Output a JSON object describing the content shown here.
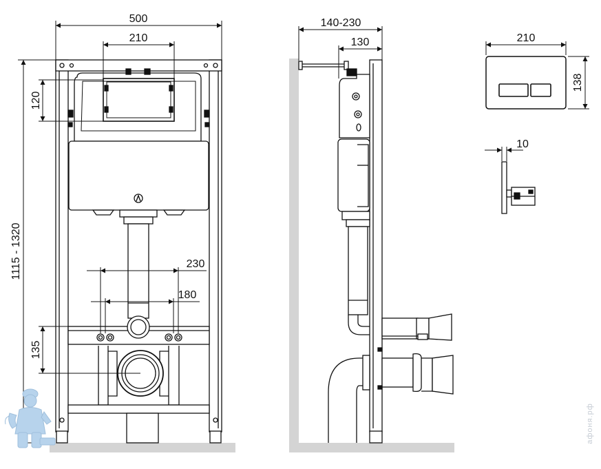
{
  "front_view": {
    "width_total": "500",
    "width_inner": "210",
    "height_range": "1115 - 1320",
    "panel_offset": "120",
    "spacing_outer": "230",
    "spacing_inner": "180",
    "outlet_height": "135"
  },
  "side_view": {
    "depth_range": "140-230",
    "depth_min": "130"
  },
  "flush_plate": {
    "width": "210",
    "height": "138",
    "thickness": "10"
  },
  "watermark": {
    "text": "афоня.рф"
  },
  "colors": {
    "line": "#111111",
    "wall": "#d4d4d4",
    "floor": "#d4d4d4",
    "mascot": "#b7d3ec"
  }
}
